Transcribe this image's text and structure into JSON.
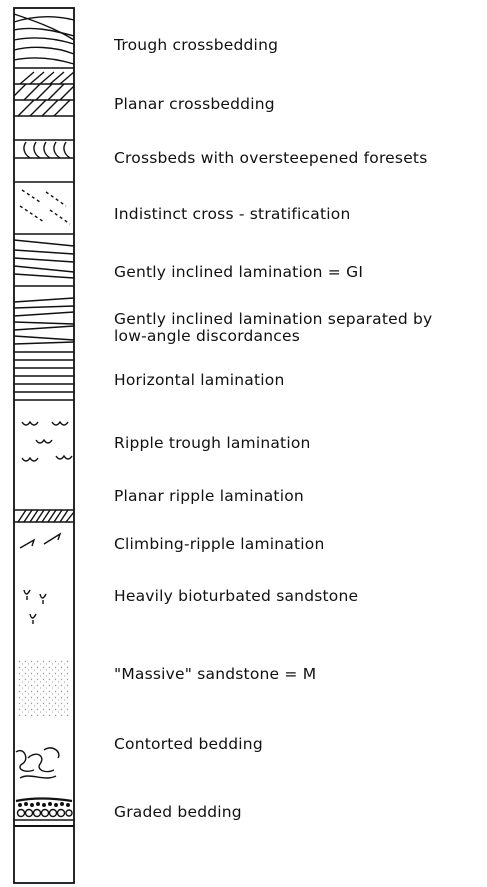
{
  "legend": {
    "items": [
      {
        "id": "trough-crossbedding",
        "label": "Trough crossbedding"
      },
      {
        "id": "planar-crossbedding",
        "label": "Planar crossbedding"
      },
      {
        "id": "oversteepened-crossbeds",
        "label": "Crossbeds with oversteepened foresets"
      },
      {
        "id": "indistinct-cross-stratification",
        "label": "Indistinct cross - stratification"
      },
      {
        "id": "gently-inclined-lamination",
        "label": "Gently inclined lamination  = GI"
      },
      {
        "id": "gently-inclined-discordances",
        "label": "Gently inclined lamination separated by",
        "label_line2": "low-angle discordances"
      },
      {
        "id": "horizontal-lamination",
        "label": "Horizontal lamination"
      },
      {
        "id": "ripple-trough-lamination",
        "label": "Ripple trough lamination"
      },
      {
        "id": "planar-ripple-lamination",
        "label": "Planar ripple lamination"
      },
      {
        "id": "climbing-ripple-lamination",
        "label": "Climbing-ripple lamination"
      },
      {
        "id": "bioturbated-sandstone",
        "label": "Heavily bioturbated sandstone"
      },
      {
        "id": "massive-sandstone",
        "label": "\"Massive\" sandstone  =  M"
      },
      {
        "id": "contorted-bedding",
        "label": "Contorted bedding"
      },
      {
        "id": "graded-bedding",
        "label": "Graded bedding"
      }
    ]
  }
}
